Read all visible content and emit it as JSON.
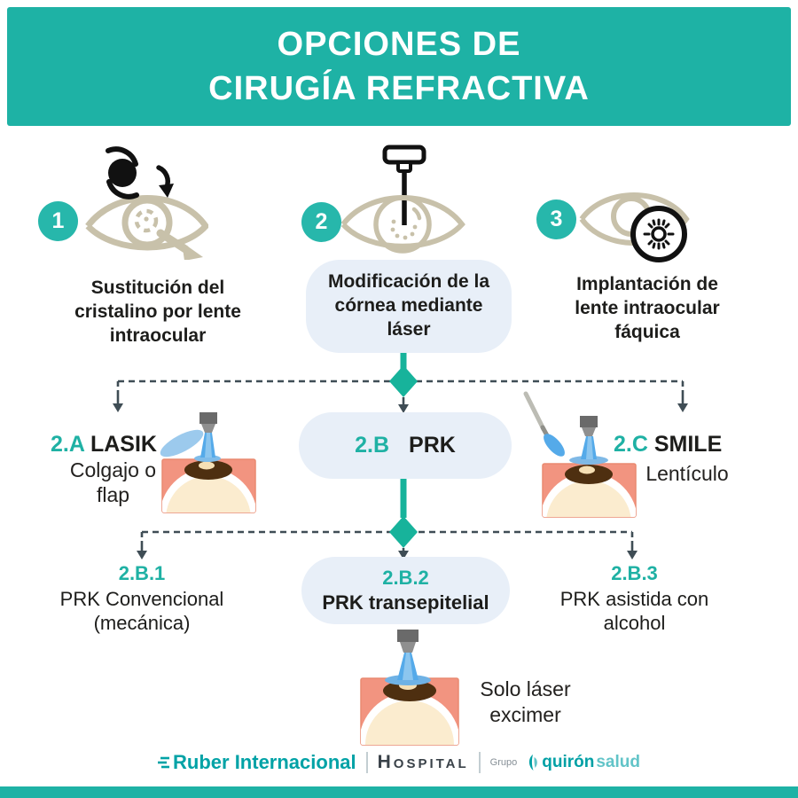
{
  "title": {
    "line1": "OPCIONES DE",
    "line2": "CIRUGÍA REFRACTIVA"
  },
  "options": [
    {
      "number": "1",
      "label": "Sustitución del cristalino por lente intraocular"
    },
    {
      "number": "2",
      "label": "Modificación de la córnea mediante láser"
    },
    {
      "number": "3",
      "label": "Implantación de lente intraocular fáquica"
    }
  ],
  "level2": {
    "a": {
      "code": "2.A",
      "name": "LASIK",
      "note": "Colgajo o flap"
    },
    "b": {
      "code": "2.B",
      "name": "PRK"
    },
    "c": {
      "code": "2.C",
      "name": "SMILE",
      "note": "Lentículo"
    }
  },
  "level3": {
    "b1": {
      "code": "2.B.1",
      "name": "PRK Convencional (mecánica)"
    },
    "b2": {
      "code": "2.B.2",
      "name": "PRK transepitelial"
    },
    "b3": {
      "code": "2.B.3",
      "name": "PRK asistida con alcohol"
    }
  },
  "excimer_note": "Solo láser excimer",
  "footer": {
    "hospital_name": "Ruber Internacional",
    "hospital_word": "Hospital",
    "group_label": "Grupo",
    "group_name_bold": "quirón",
    "group_name_light": "salud"
  },
  "colors": {
    "teal_banner": "#1eb2a5",
    "teal_badge": "#27b7ab",
    "teal_accent": "#1fb1a4",
    "light_blue_box": "#e8eff8",
    "connector_dark": "#3f4d55",
    "salmon": "#f29480",
    "beam_blue": "#55aae9",
    "icon_tan": "#c8c1aa",
    "footer_teal": "#00a2a6"
  }
}
